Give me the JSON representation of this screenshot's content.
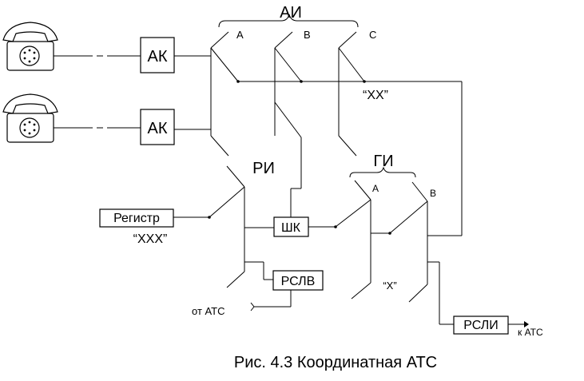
{
  "labels": {
    "ai": "АИ",
    "ai_a": "A",
    "ai_b": "B",
    "ai_c": "C",
    "xx": "“XX”",
    "ak_1": "АК",
    "ak_2": "АК",
    "ri": "РИ",
    "gi": "ГИ",
    "gi_a": "A",
    "gi_b": "B",
    "register": "Регистр",
    "xxx": "“XXX”",
    "shk": "ШК",
    "rslv": "РСЛВ",
    "x": "“X”",
    "from_ats": "от АТС",
    "rsli": "РСЛИ",
    "to_ats": "к АТС"
  },
  "caption": "Рис. 4.3 Координатная АТС"
}
